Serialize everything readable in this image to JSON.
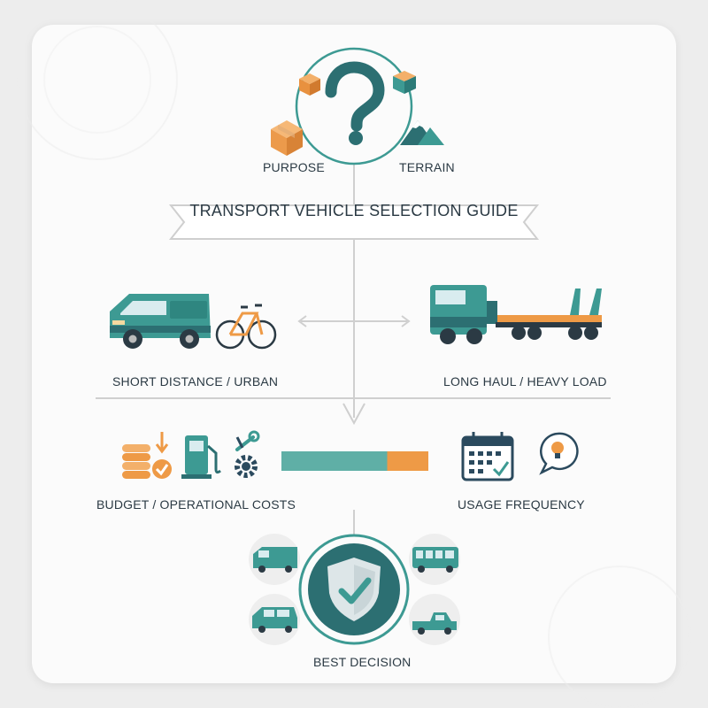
{
  "title": "TRANSPORT VEHICLE SELECTION GUIDE",
  "factors": {
    "purpose": "PURPOSE",
    "terrain": "TERRAIN",
    "short_distance": "SHORT DISTANCE / URBAN",
    "long_haul": "LONG HAUL / HEAVY LOAD",
    "budget": "BUDGET / OPERATIONAL COSTS",
    "usage": "USAGE FREQUENCY"
  },
  "result": "BEST DECISION",
  "colors": {
    "teal": "#3d9a93",
    "dark_teal": "#2c6f72",
    "orange": "#ee9a46",
    "navy": "#2b4a5e",
    "line": "#cfcfcf"
  },
  "icons": {
    "center": "question-mark-icon",
    "purpose": "package-icon",
    "terrain": "mountain-icon",
    "short_distance": [
      "van-icon",
      "bicycle-icon"
    ],
    "long_haul": "flatbed-truck-icon",
    "budget": [
      "coin-stack-icon",
      "fuel-pump-icon",
      "gear-wrench-icon"
    ],
    "usage": [
      "calendar-icon",
      "lightbulb-icon"
    ],
    "decision": "shield-check-icon",
    "options": [
      "van-icon",
      "bus-icon",
      "minivan-icon",
      "pickup-truck-icon"
    ]
  },
  "cost_bar": {
    "teal_fraction": 0.72,
    "orange_fraction": 0.28
  }
}
